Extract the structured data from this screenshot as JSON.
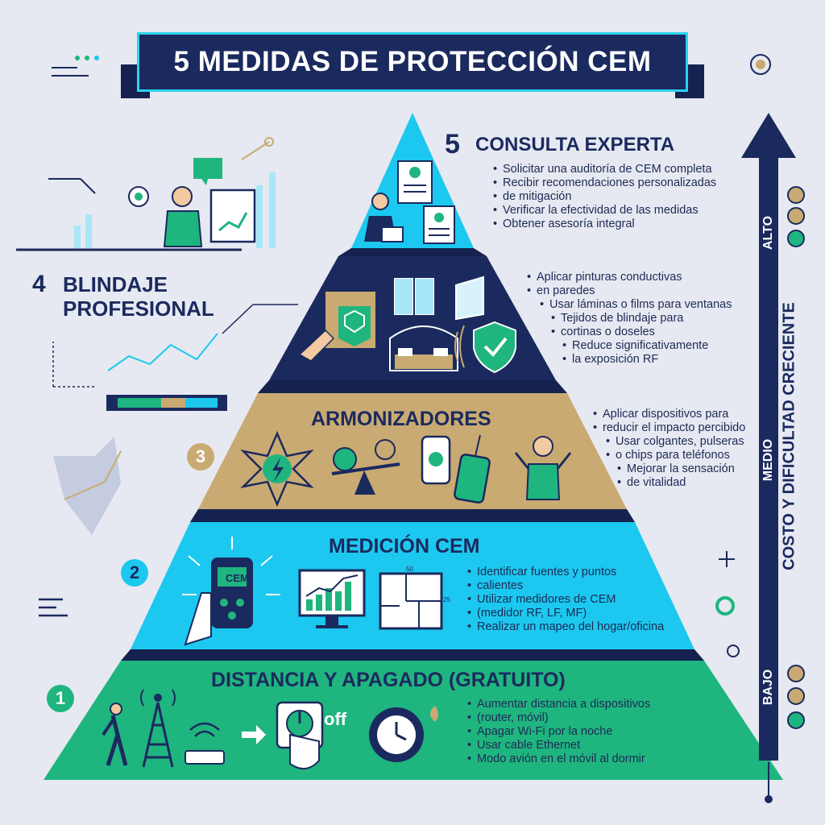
{
  "title": "5 MEDIDAS DE PROTECCIÓN CEM",
  "levels": [
    {
      "number": "1",
      "title": "DISTANCIA Y APAGADO (GRATUITO)",
      "color": "#1fb57f",
      "bullets": [
        "Aumentar distancia a dispositivos",
        "(router, móvil)",
        "Apagar Wi-Fi por la noche",
        "Usar cable Ethernet",
        "Modo avión en el móvil al dormir"
      ],
      "off_label": "off"
    },
    {
      "number": "2",
      "title": "MEDICIÓN CEM",
      "color": "#1cc8ef",
      "bullets": [
        "Identificar fuentes y puntos",
        "calientes",
        "Utilizar medidores de CEM",
        "(medidor RF, LF, MF)",
        "Realizar un mapeo del hogar/oficina"
      ],
      "device_label": "CEM",
      "plan_label_top": "50",
      "plan_label_side": "25"
    },
    {
      "number": "3",
      "title": "ARMONIZADORES",
      "color": "#c9aa72",
      "bullets": [
        "Aplicar dispositivos para",
        "reducir el impacto percibido",
        "Usar colgantes, pulseras",
        "o chips para teléfonos",
        "Mejorar la sensación",
        "de vitalidad"
      ]
    },
    {
      "number": "4",
      "title_line1": "BLINDAJE",
      "title_line2": "PROFESIONAL",
      "color": "#1b2a5e",
      "bullets": [
        "Aplicar pinturas conductivas",
        "en paredes",
        "Usar láminas o films para ventanas",
        "Tejidos de blindaje para",
        "cortinas o doseles",
        "Reduce significativamente",
        "la exposición RF"
      ]
    },
    {
      "number": "5",
      "title": "CONSULTA EXPERTA",
      "color": "#1cc8ef",
      "bullets": [
        "Solicitar una auditoría de CEM completa",
        "Recibir recomendaciones personalizadas",
        "de mitigación",
        "Verificar la efectividad de las medidas",
        "Obtener asesoría integral"
      ]
    }
  ],
  "axis": {
    "label": "COSTO Y DIFICULTAD CRECIENTE",
    "high": "ALTO",
    "medium": "MEDIO",
    "low": "BAJO"
  },
  "colors": {
    "navy": "#1b2a5e",
    "cyan": "#1cc8ef",
    "green": "#1fb57f",
    "gold": "#c9aa72",
    "background": "#e6e9f1"
  }
}
